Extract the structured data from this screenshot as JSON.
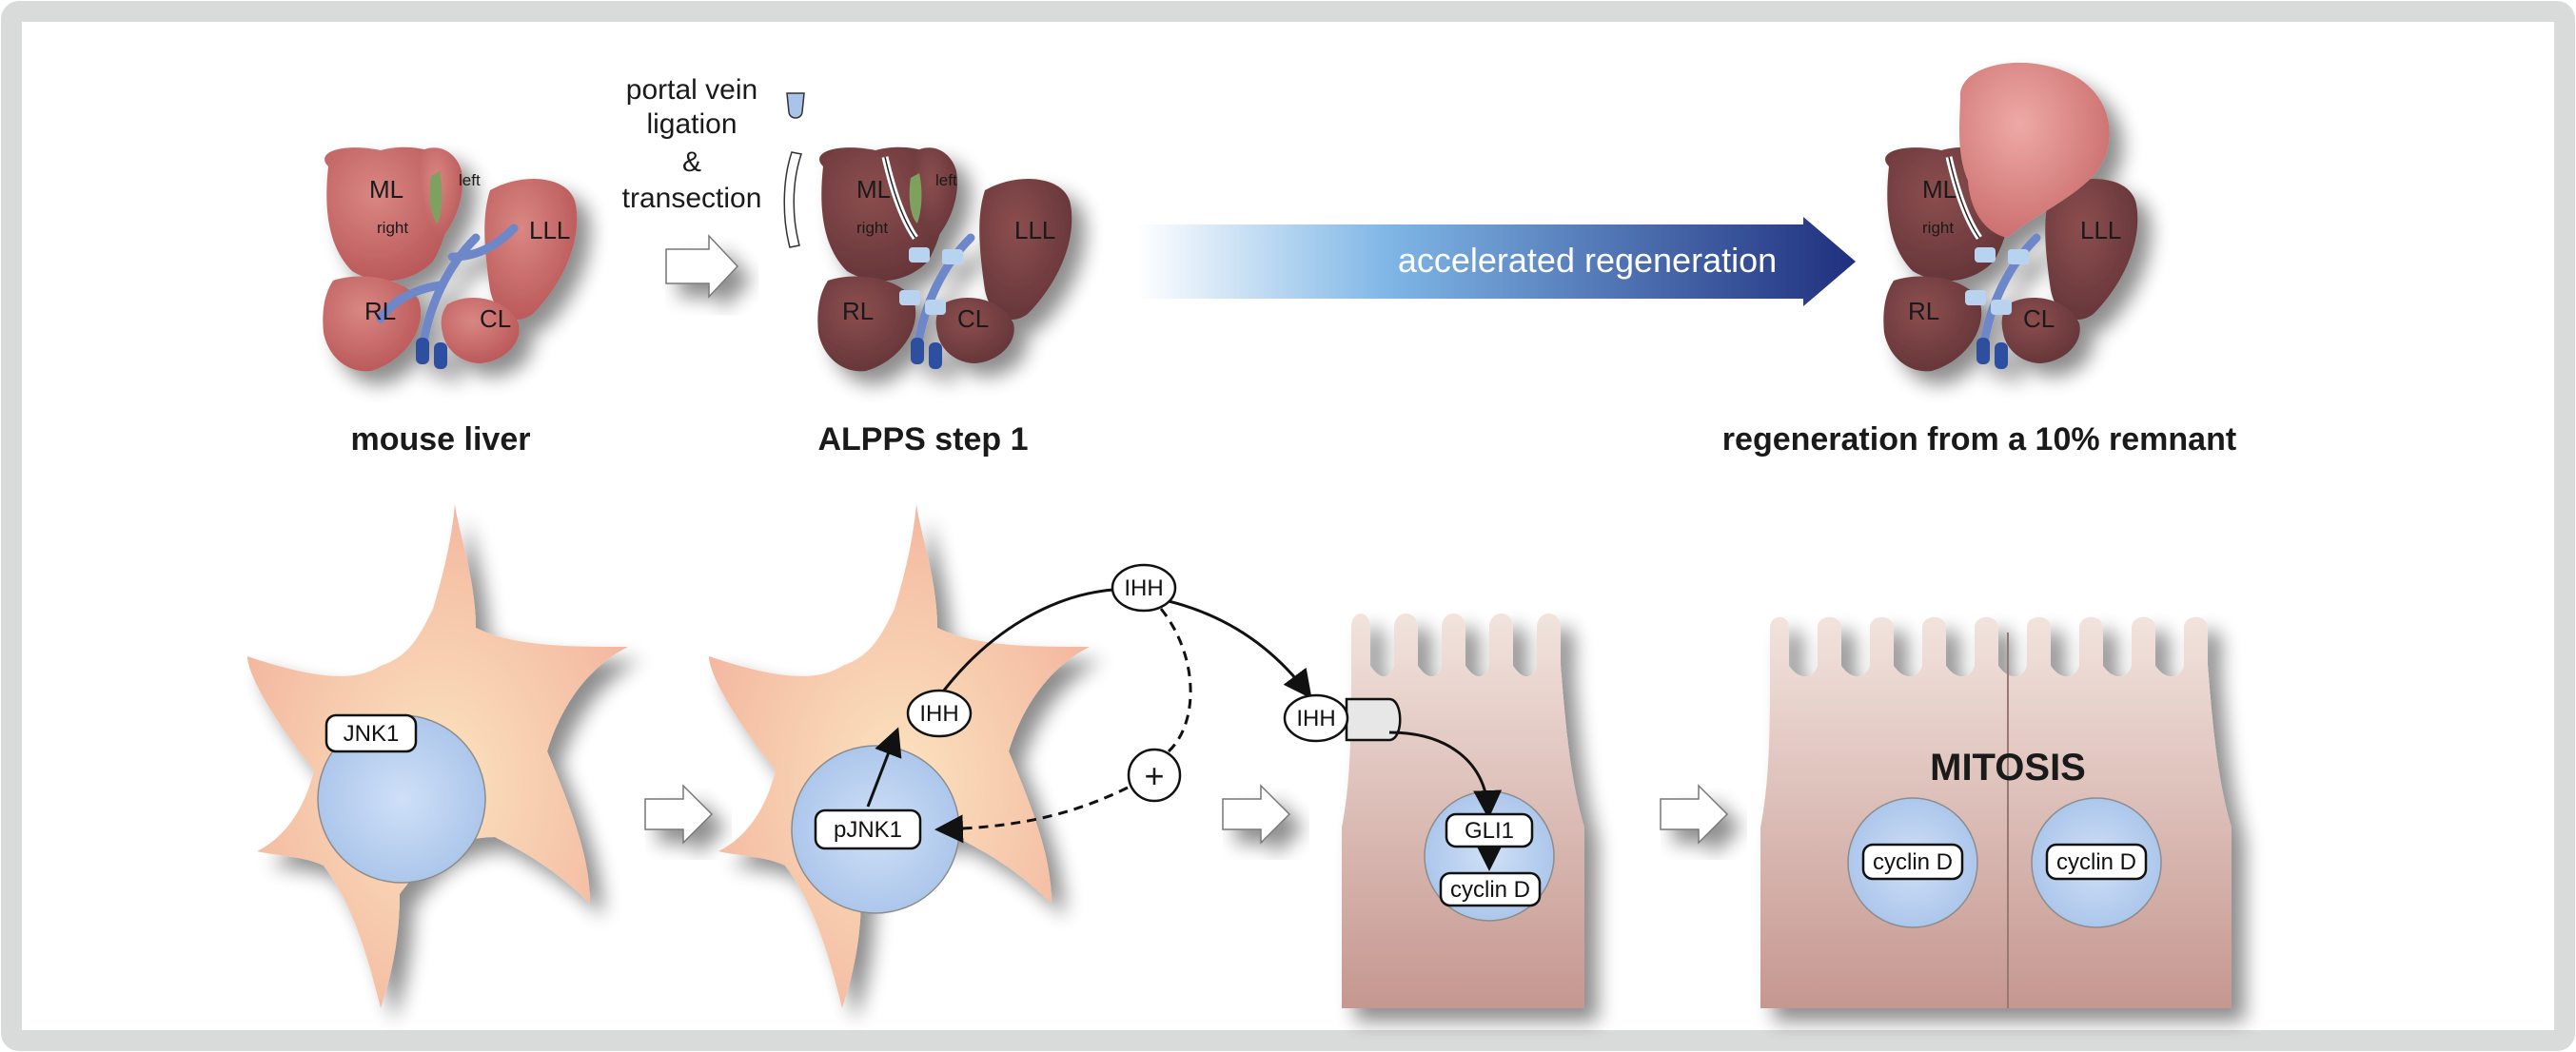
{
  "top_row": {
    "mouse_liver": {
      "caption": "mouse liver",
      "lobes": {
        "ml": "ML",
        "left": "left",
        "right": "right",
        "lll": "LLL",
        "rl": "RL",
        "cl": "CL"
      }
    },
    "procedure": {
      "line1": "portal vein",
      "line2": "ligation",
      "line3": "&",
      "line4": "transection"
    },
    "alpps": {
      "caption": "ALPPS step 1",
      "lobes": {
        "ml": "ML",
        "left": "left",
        "right": "right",
        "lll": "LLL",
        "rl": "RL",
        "cl": "CL"
      }
    },
    "arrow_label": "accelerated regeneration",
    "regenerated": {
      "caption": "regeneration from a 10% remnant",
      "lobes": {
        "ml": "ML",
        "right": "right",
        "lll": "LLL",
        "rl": "RL",
        "cl": "CL"
      }
    }
  },
  "bottom_row": {
    "cell1": {
      "jnk1": "JNK1"
    },
    "cell2": {
      "ihh": "IHH",
      "pjnk1": "pJNK1",
      "plus": "+"
    },
    "signal": {
      "ihh": "IHH"
    },
    "cell3": {
      "ihh_bound": "IHH",
      "gli1": "GLI1",
      "cyclin": "cyclin D"
    },
    "cell4": {
      "mitosis": "MITOSIS",
      "cyclin_left": "cyclin D",
      "cyclin_right": "cyclin D"
    }
  },
  "colors": {
    "frame": "#d9dbda",
    "liver_healthy": "#c2605f",
    "liver_dark": "#6e3b3d",
    "vessel": "#2e4fa0",
    "arrow_dark": "#1f2f7e",
    "arrow_light": "#cfe2f4",
    "cell_fill": "#f6c6ad",
    "nucleus": "#b7cfee",
    "epithelium": "#d8b2a8"
  }
}
